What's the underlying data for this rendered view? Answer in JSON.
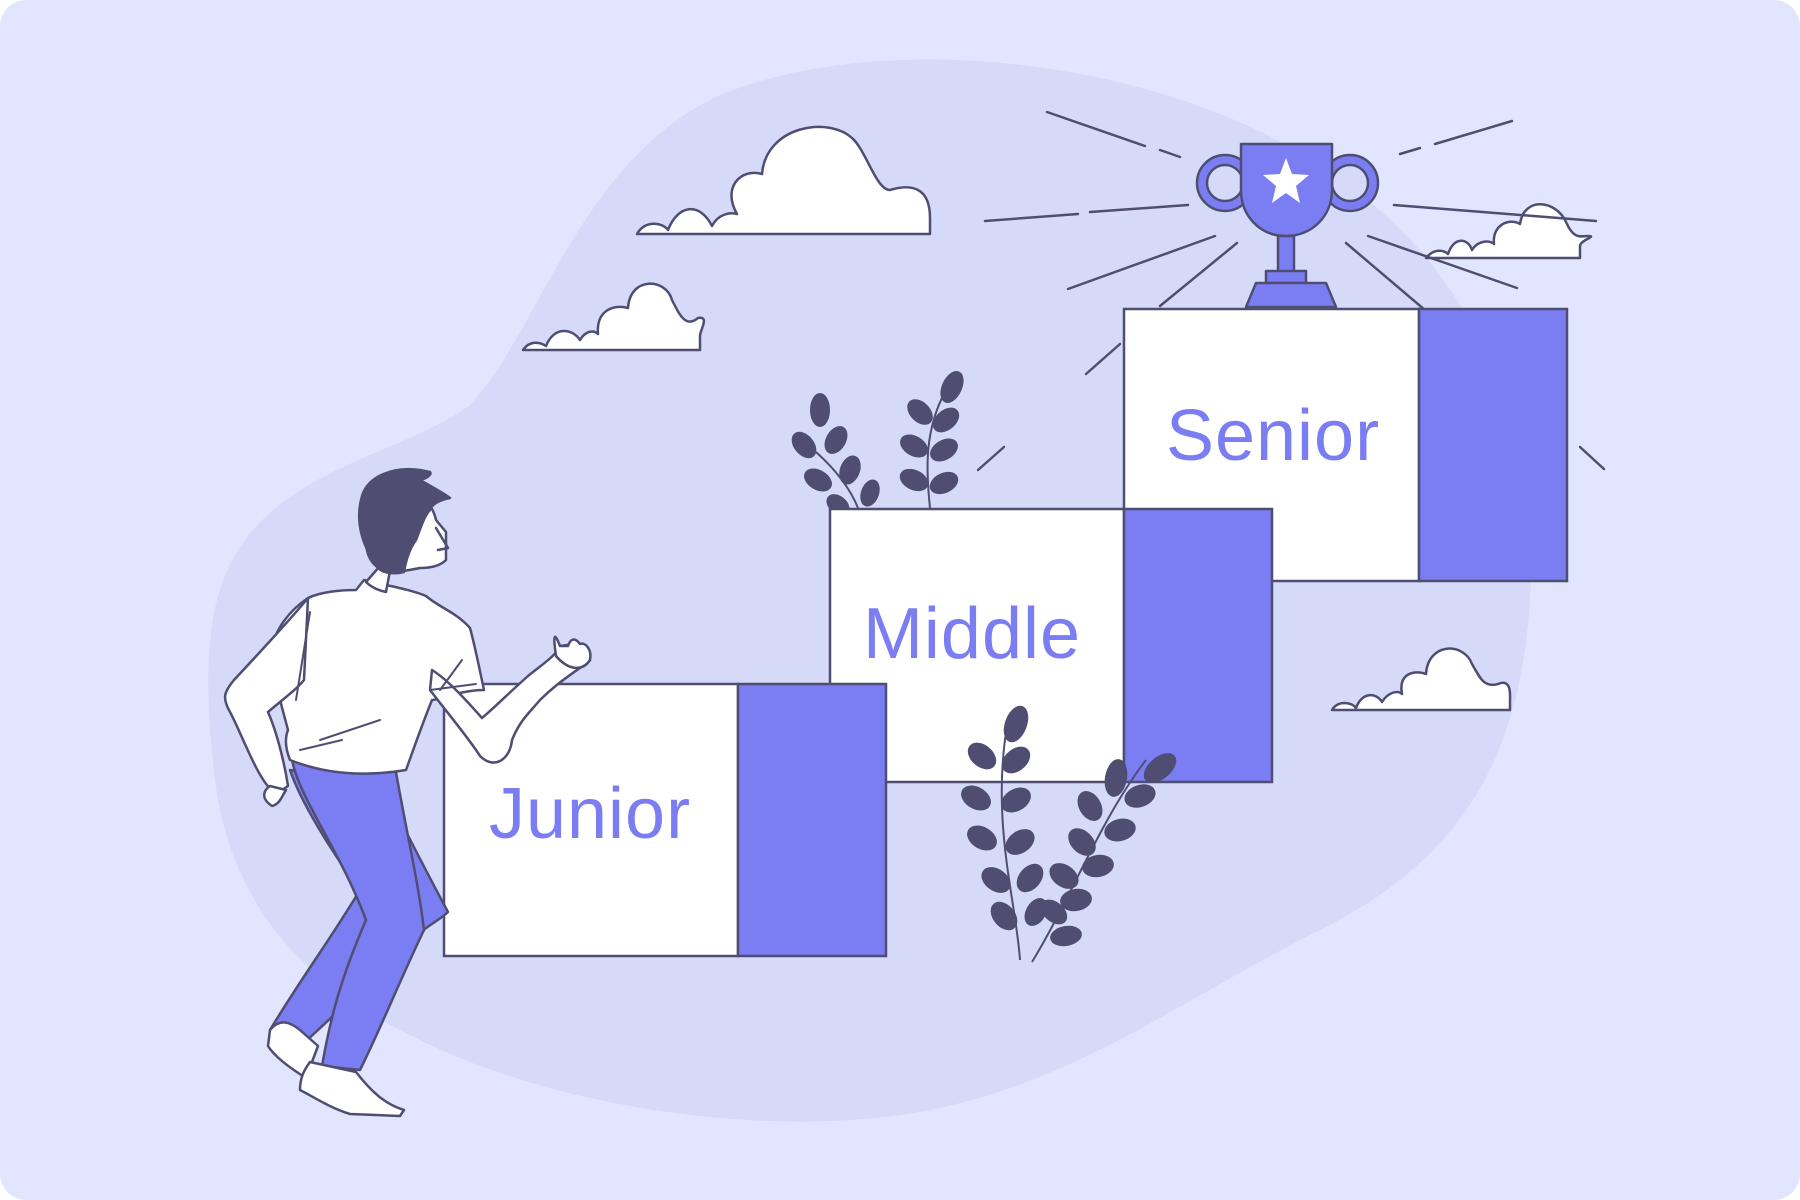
{
  "steps": [
    {
      "label": "Junior"
    },
    {
      "label": "Middle"
    },
    {
      "label": "Senior"
    }
  ],
  "colors": {
    "background": "#e1e5fd",
    "blob": "#d6daf9",
    "accent": "#7b7ef2",
    "outline": "#4f4e72",
    "white": "#ffffff"
  },
  "icons": [
    "trophy-icon",
    "star-icon",
    "cloud-icon",
    "leaf-branch-icon",
    "person-figure"
  ]
}
